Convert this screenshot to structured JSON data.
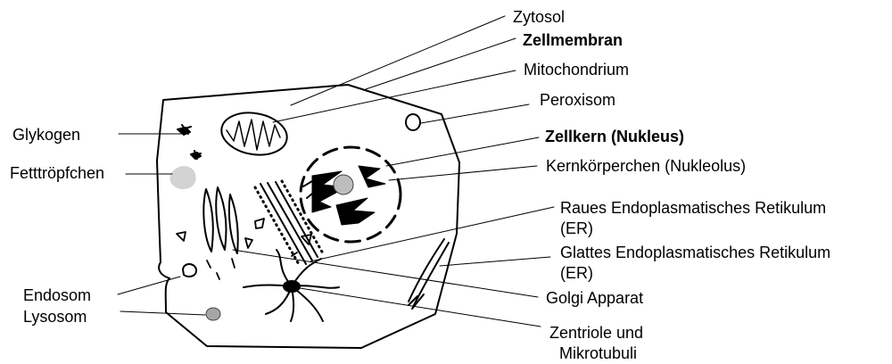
{
  "labels": {
    "zytosol": "Zytosol",
    "zellmembran": "Zellmembran",
    "mitochondrium": "Mitochondrium",
    "peroxisom": "Peroxisom",
    "zellkern": "Zellkern (Nukleus)",
    "kernkoerperchen": "Kernkörperchen (Nukleolus)",
    "raues_er_line1": "Raues Endoplasmatisches Retikulum",
    "raues_er_line2": "(ER)",
    "glattes_er_line1": "Glattes Endoplasmatisches Retikulum",
    "glattes_er_line2": "(ER)",
    "golgi": "Golgi Apparat",
    "zentriole_line1": "Zentriole und",
    "zentriole_line2": "Mikrotubuli",
    "glykogen": "Glykogen",
    "fetttroepfchen": "Fetttröpfchen",
    "endosom": "Endosom",
    "lysosom": "Lysosom"
  },
  "colors": {
    "line": "#000000",
    "fat_droplet": "#d3d3d3",
    "nucleolus": "#bdbdbd",
    "lysosome": "#a6a6a6"
  }
}
